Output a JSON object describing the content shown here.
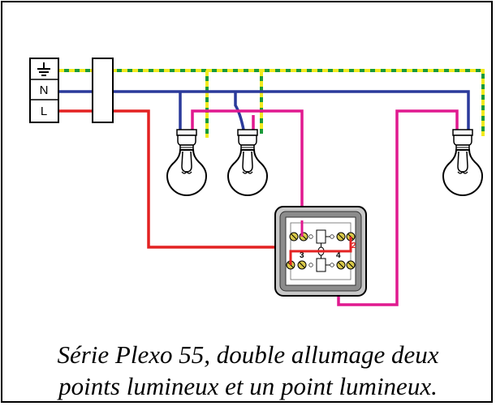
{
  "caption": {
    "line1": "Série Plexo 55, double allumage deux",
    "line2": "points lumineux et un point lumineux."
  },
  "supply_block": {
    "earth_icon": "earth-ground-icon",
    "labels": [
      "N",
      "L"
    ]
  },
  "switch": {
    "terminal_numbers": [
      "2",
      "3",
      "4"
    ]
  },
  "colors": {
    "earth_green": "#1a9a3a",
    "earth_yellow": "#f2ea1e",
    "neutral": "#2b3a9b",
    "live": "#e32222",
    "switched": "#e0198f",
    "switch_body": "#8c8c8c",
    "terminal_brass": "#d8c84a"
  }
}
